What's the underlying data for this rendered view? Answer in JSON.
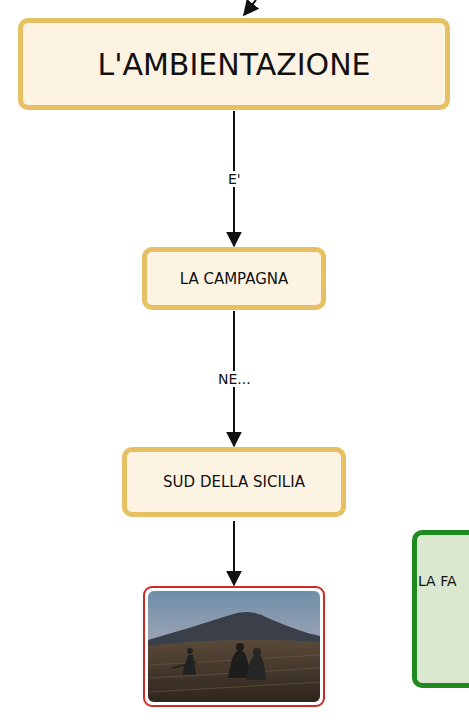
{
  "diagram": {
    "nodes": [
      {
        "text": [
          "L'AMBIENTAZIONE"
        ]
      },
      {
        "text": [
          "LA CAMPAGNA"
        ]
      },
      {
        "text": [
          "SUD DELLA SICILIA"
        ]
      },
      {
        "text": [
          "LA FA"
        ]
      }
    ],
    "edges": [
      {
        "from": 0,
        "to": 1,
        "label": "E'",
        "arrow": "to"
      },
      {
        "from": 1,
        "to": 2,
        "label": "NE...",
        "arrow": "to"
      }
    ]
  }
}
